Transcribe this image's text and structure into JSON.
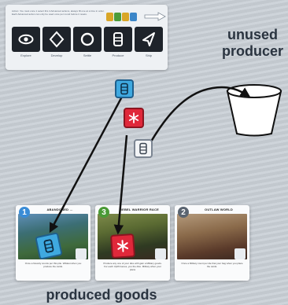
{
  "board": {
    "instructions": "Action: You must once 1 select this 4 Advanced actions, always fill one at a time in order. Each Advanced action can only be used once per round before it resets.",
    "actions": [
      {
        "label": "Explore",
        "icon": "eye-icon"
      },
      {
        "label": "Develop",
        "icon": "diamond-icon"
      },
      {
        "label": "Settle",
        "icon": "ring-icon"
      },
      {
        "label": "Produce",
        "icon": "barrel-icon"
      },
      {
        "label": "Ship",
        "icon": "ship-icon"
      }
    ]
  },
  "labels": {
    "unused_producer": "unused\nproducer",
    "produced_goods": "produced goods"
  },
  "cards": [
    {
      "cost": "1",
      "title": "ABANDONED ...",
      "text": "Once a Novelty counts per this pile. Wildest when you produce the cards.",
      "cost_color": "#3a8cd6"
    },
    {
      "cost": "3",
      "title": "REBEL WARRIOR RACE",
      "text": "Produce any one of your dice with gain a Military goods. For each Uplift Genes, you the dice. Military when your plans",
      "cost_color": "#4a9a36"
    },
    {
      "cost": "2",
      "title": "OUTLAW WORLD",
      "text": "Once a Military count per die that your bag when you place the cards.",
      "cost_color": "#5a6470"
    }
  ],
  "colors": {
    "blue_die": "#3fa9e0",
    "red_die": "#e0283a",
    "white_die": "#f2f4f6"
  }
}
